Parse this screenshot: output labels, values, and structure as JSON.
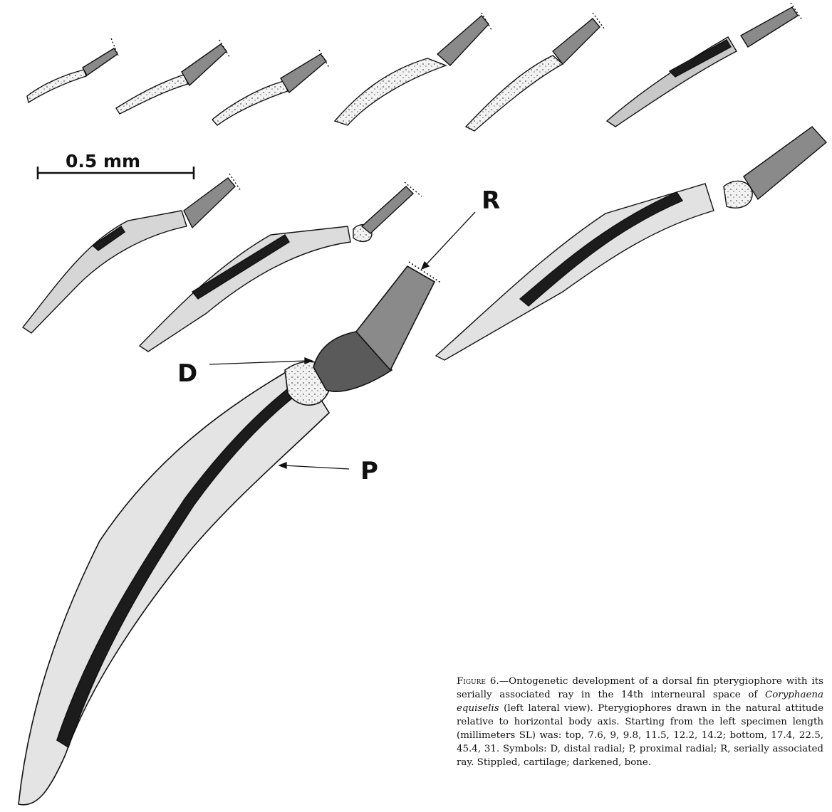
{
  "scale_bar": {
    "label": "0.5 mm"
  },
  "labels": {
    "r": "R",
    "d": "D",
    "p": "P"
  },
  "caption": {
    "figure_label": "Figure 6.",
    "dash": "—",
    "text_1": "Ontogenetic development of a dorsal fin pterygiophore with its serially associated ray in the 14th interneural space of ",
    "species": "Coryphaena equiselis",
    "text_2": " (left lateral view). Pterygiophores drawn in the natural attitude relative to horizontal body axis. Starting from the left specimen length (millimeters SL) was: top, 7.6, 9, 9.8, 11.5, 12.2, 14.2; bottom, 17.4, 22.5, 45.4, 31.   Symbols: D, distal radial; P, proximal radial; R, serially associated ray. Stippled, cartilage; darkened, bone."
  },
  "colors": {
    "ink": "#111111",
    "cartilage": "#e6e6e6",
    "bone": "#1c1c1c",
    "shade": "#8a8a8a"
  }
}
